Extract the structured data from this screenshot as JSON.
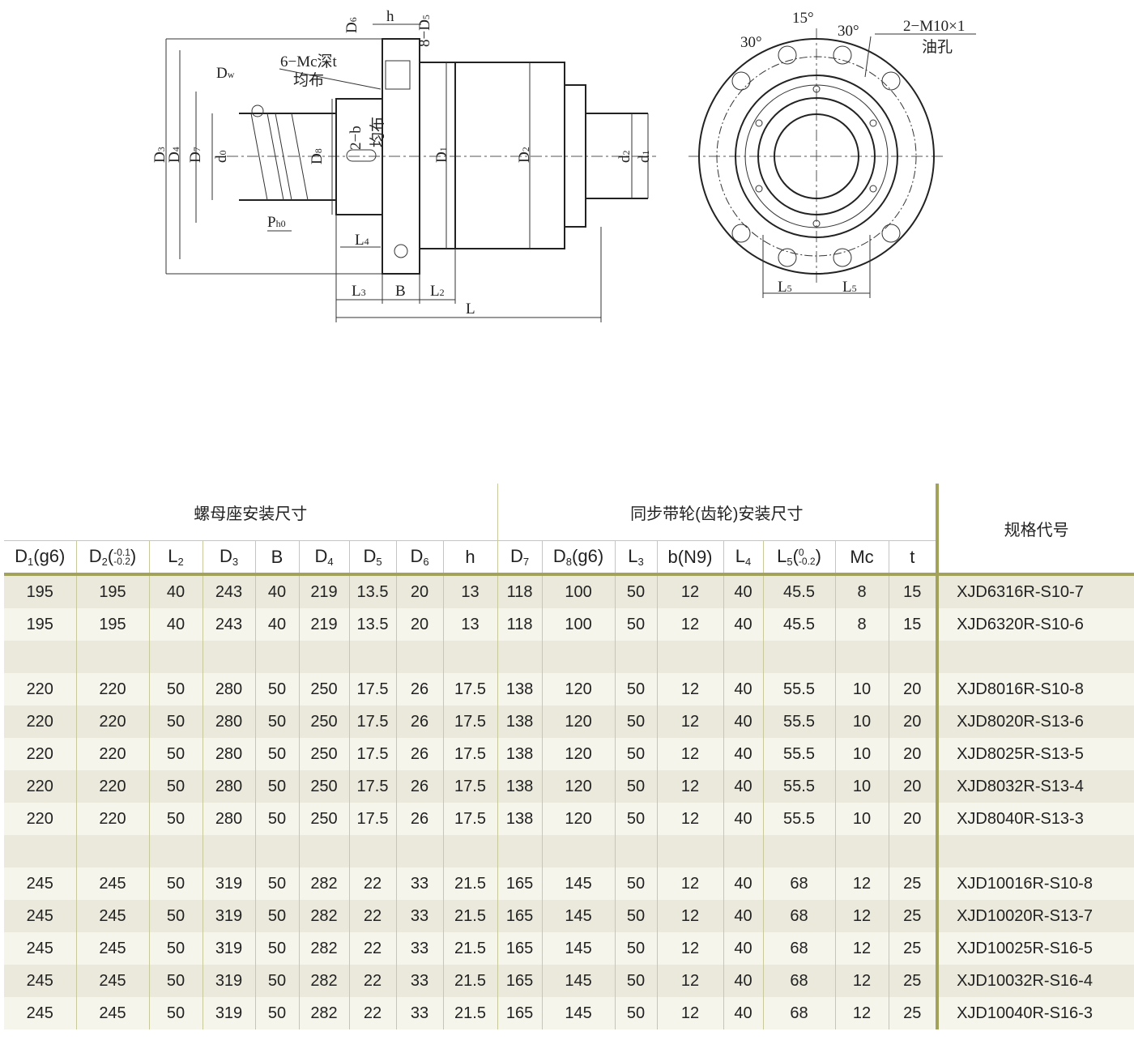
{
  "drawing_labels": {
    "D6": {
      "m": "D",
      "s": "6"
    },
    "h": "h",
    "D5": "8−D",
    "D5s": "5",
    "Mc": "6−Mc深t",
    "Mc2": "均布",
    "Dw": {
      "m": "D",
      "s": "w"
    },
    "D3": {
      "m": "D",
      "s": "3"
    },
    "D4": {
      "m": "D",
      "s": "4"
    },
    "D7": {
      "m": "D",
      "s": "7"
    },
    "d0": {
      "m": "d",
      "s": "0"
    },
    "D8": {
      "m": "D",
      "s": "8"
    },
    "b": "2−b",
    "b2": "均布",
    "D1": {
      "m": "D",
      "s": "1"
    },
    "D2": {
      "m": "D",
      "s": "2"
    },
    "d2": {
      "m": "d",
      "s": "2"
    },
    "d1": {
      "m": "d",
      "s": "1"
    },
    "Ph0": {
      "m": "P",
      "s": "h0"
    },
    "L4": {
      "m": "L",
      "s": "4"
    },
    "L3": {
      "m": "L",
      "s": "3"
    },
    "B": "B",
    "L2": {
      "m": "L",
      "s": "2"
    },
    "L": "L",
    "a15": "15°",
    "a30a": "30°",
    "a30b": "30°",
    "oil1": "2−M10×1",
    "oil2": "油孔",
    "L5": {
      "m": "L",
      "s": "5"
    }
  },
  "table": {
    "group1": "螺母座安装尺寸",
    "group2": "同步带轮(齿轮)安装尺寸",
    "spec_header": "规格代号",
    "columns": [
      {
        "m": "D",
        "s": "1",
        "x": "(g6)"
      },
      {
        "m": "D",
        "s": "2",
        "x": "(",
        "up": "-0.1",
        "lo": "-0.2",
        "x2": ")"
      },
      {
        "m": "L",
        "s": "2"
      },
      {
        "m": "D",
        "s": "3"
      },
      {
        "m": "B"
      },
      {
        "m": "D",
        "s": "4"
      },
      {
        "m": "D",
        "s": "5"
      },
      {
        "m": "D",
        "s": "6"
      },
      {
        "m": "h"
      },
      {
        "m": "D",
        "s": "7"
      },
      {
        "m": "D",
        "s": "8",
        "x": "(g6)"
      },
      {
        "m": "L",
        "s": "3"
      },
      {
        "m": "b(N9)"
      },
      {
        "m": "L",
        "s": "4"
      },
      {
        "m": "L",
        "s": "5",
        "x": "(",
        "up": "0",
        "lo": "-0.2",
        "x2": ")"
      },
      {
        "m": "Mc"
      },
      {
        "m": "t"
      }
    ],
    "rows": [
      [
        "195",
        "195",
        "40",
        "243",
        "40",
        "219",
        "13.5",
        "20",
        "13",
        "118",
        "100",
        "50",
        "12",
        "40",
        "45.5",
        "8",
        "15",
        "XJD6316R-S10-7"
      ],
      [
        "195",
        "195",
        "40",
        "243",
        "40",
        "219",
        "13.5",
        "20",
        "13",
        "118",
        "100",
        "50",
        "12",
        "40",
        "45.5",
        "8",
        "15",
        "XJD6320R-S10-6"
      ],
      [
        "",
        "",
        "",
        "",
        "",
        "",
        "",
        "",
        "",
        "",
        "",
        "",
        "",
        "",
        "",
        "",
        "",
        ""
      ],
      [
        "220",
        "220",
        "50",
        "280",
        "50",
        "250",
        "17.5",
        "26",
        "17.5",
        "138",
        "120",
        "50",
        "12",
        "40",
        "55.5",
        "10",
        "20",
        "XJD8016R-S10-8"
      ],
      [
        "220",
        "220",
        "50",
        "280",
        "50",
        "250",
        "17.5",
        "26",
        "17.5",
        "138",
        "120",
        "50",
        "12",
        "40",
        "55.5",
        "10",
        "20",
        "XJD8020R-S13-6"
      ],
      [
        "220",
        "220",
        "50",
        "280",
        "50",
        "250",
        "17.5",
        "26",
        "17.5",
        "138",
        "120",
        "50",
        "12",
        "40",
        "55.5",
        "10",
        "20",
        "XJD8025R-S13-5"
      ],
      [
        "220",
        "220",
        "50",
        "280",
        "50",
        "250",
        "17.5",
        "26",
        "17.5",
        "138",
        "120",
        "50",
        "12",
        "40",
        "55.5",
        "10",
        "20",
        "XJD8032R-S13-4"
      ],
      [
        "220",
        "220",
        "50",
        "280",
        "50",
        "250",
        "17.5",
        "26",
        "17.5",
        "138",
        "120",
        "50",
        "12",
        "40",
        "55.5",
        "10",
        "20",
        "XJD8040R-S13-3"
      ],
      [
        "",
        "",
        "",
        "",
        "",
        "",
        "",
        "",
        "",
        "",
        "",
        "",
        "",
        "",
        "",
        "",
        "",
        ""
      ],
      [
        "245",
        "245",
        "50",
        "319",
        "50",
        "282",
        "22",
        "33",
        "21.5",
        "165",
        "145",
        "50",
        "12",
        "40",
        "68",
        "12",
        "25",
        "XJD10016R-S10-8"
      ],
      [
        "245",
        "245",
        "50",
        "319",
        "50",
        "282",
        "22",
        "33",
        "21.5",
        "165",
        "145",
        "50",
        "12",
        "40",
        "68",
        "12",
        "25",
        "XJD10020R-S13-7"
      ],
      [
        "245",
        "245",
        "50",
        "319",
        "50",
        "282",
        "22",
        "33",
        "21.5",
        "165",
        "145",
        "50",
        "12",
        "40",
        "68",
        "12",
        "25",
        "XJD10025R-S16-5"
      ],
      [
        "245",
        "245",
        "50",
        "319",
        "50",
        "282",
        "22",
        "33",
        "21.5",
        "165",
        "145",
        "50",
        "12",
        "40",
        "68",
        "12",
        "25",
        "XJD10032R-S16-4"
      ],
      [
        "245",
        "245",
        "50",
        "319",
        "50",
        "282",
        "22",
        "33",
        "21.5",
        "165",
        "145",
        "50",
        "12",
        "40",
        "68",
        "12",
        "25",
        "XJD10040R-S16-3"
      ]
    ]
  }
}
